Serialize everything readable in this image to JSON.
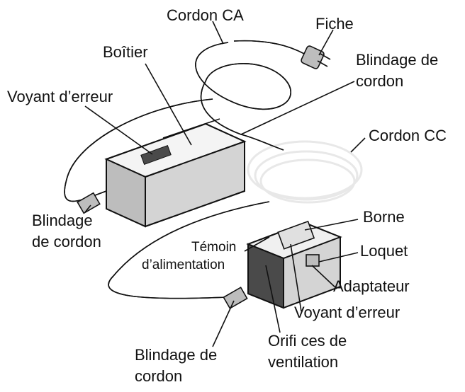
{
  "labels": {
    "cordon_ca": "Cordon CA",
    "fiche": "Fiche",
    "boitier": "Boîtier",
    "blindage_cordon_top_1": "Blindage de",
    "blindage_cordon_top_2": "cordon",
    "voyant_erreur_top": "Voyant d’erreur",
    "cordon_cc": "Cordon CC",
    "blindage_left_1": "Blindage",
    "blindage_left_2": "de cordon",
    "borne": "Borne",
    "temoin_1": "Témoin",
    "temoin_2": "d’alimentation",
    "loquet": "Loquet",
    "adaptateur": "Adaptateur",
    "voyant_erreur_bottom": "Voyant d’erreur",
    "orifices_1": "Orifi ces de",
    "orifices_2": "ventilation",
    "blindage_bottom_1": "Blindage de",
    "blindage_bottom_2": "cordon"
  },
  "colors": {
    "line": "#111111",
    "fill_light": "#e8e8e8",
    "fill_mid": "#bdbdbd",
    "fill_dark": "#4a4a4a"
  }
}
